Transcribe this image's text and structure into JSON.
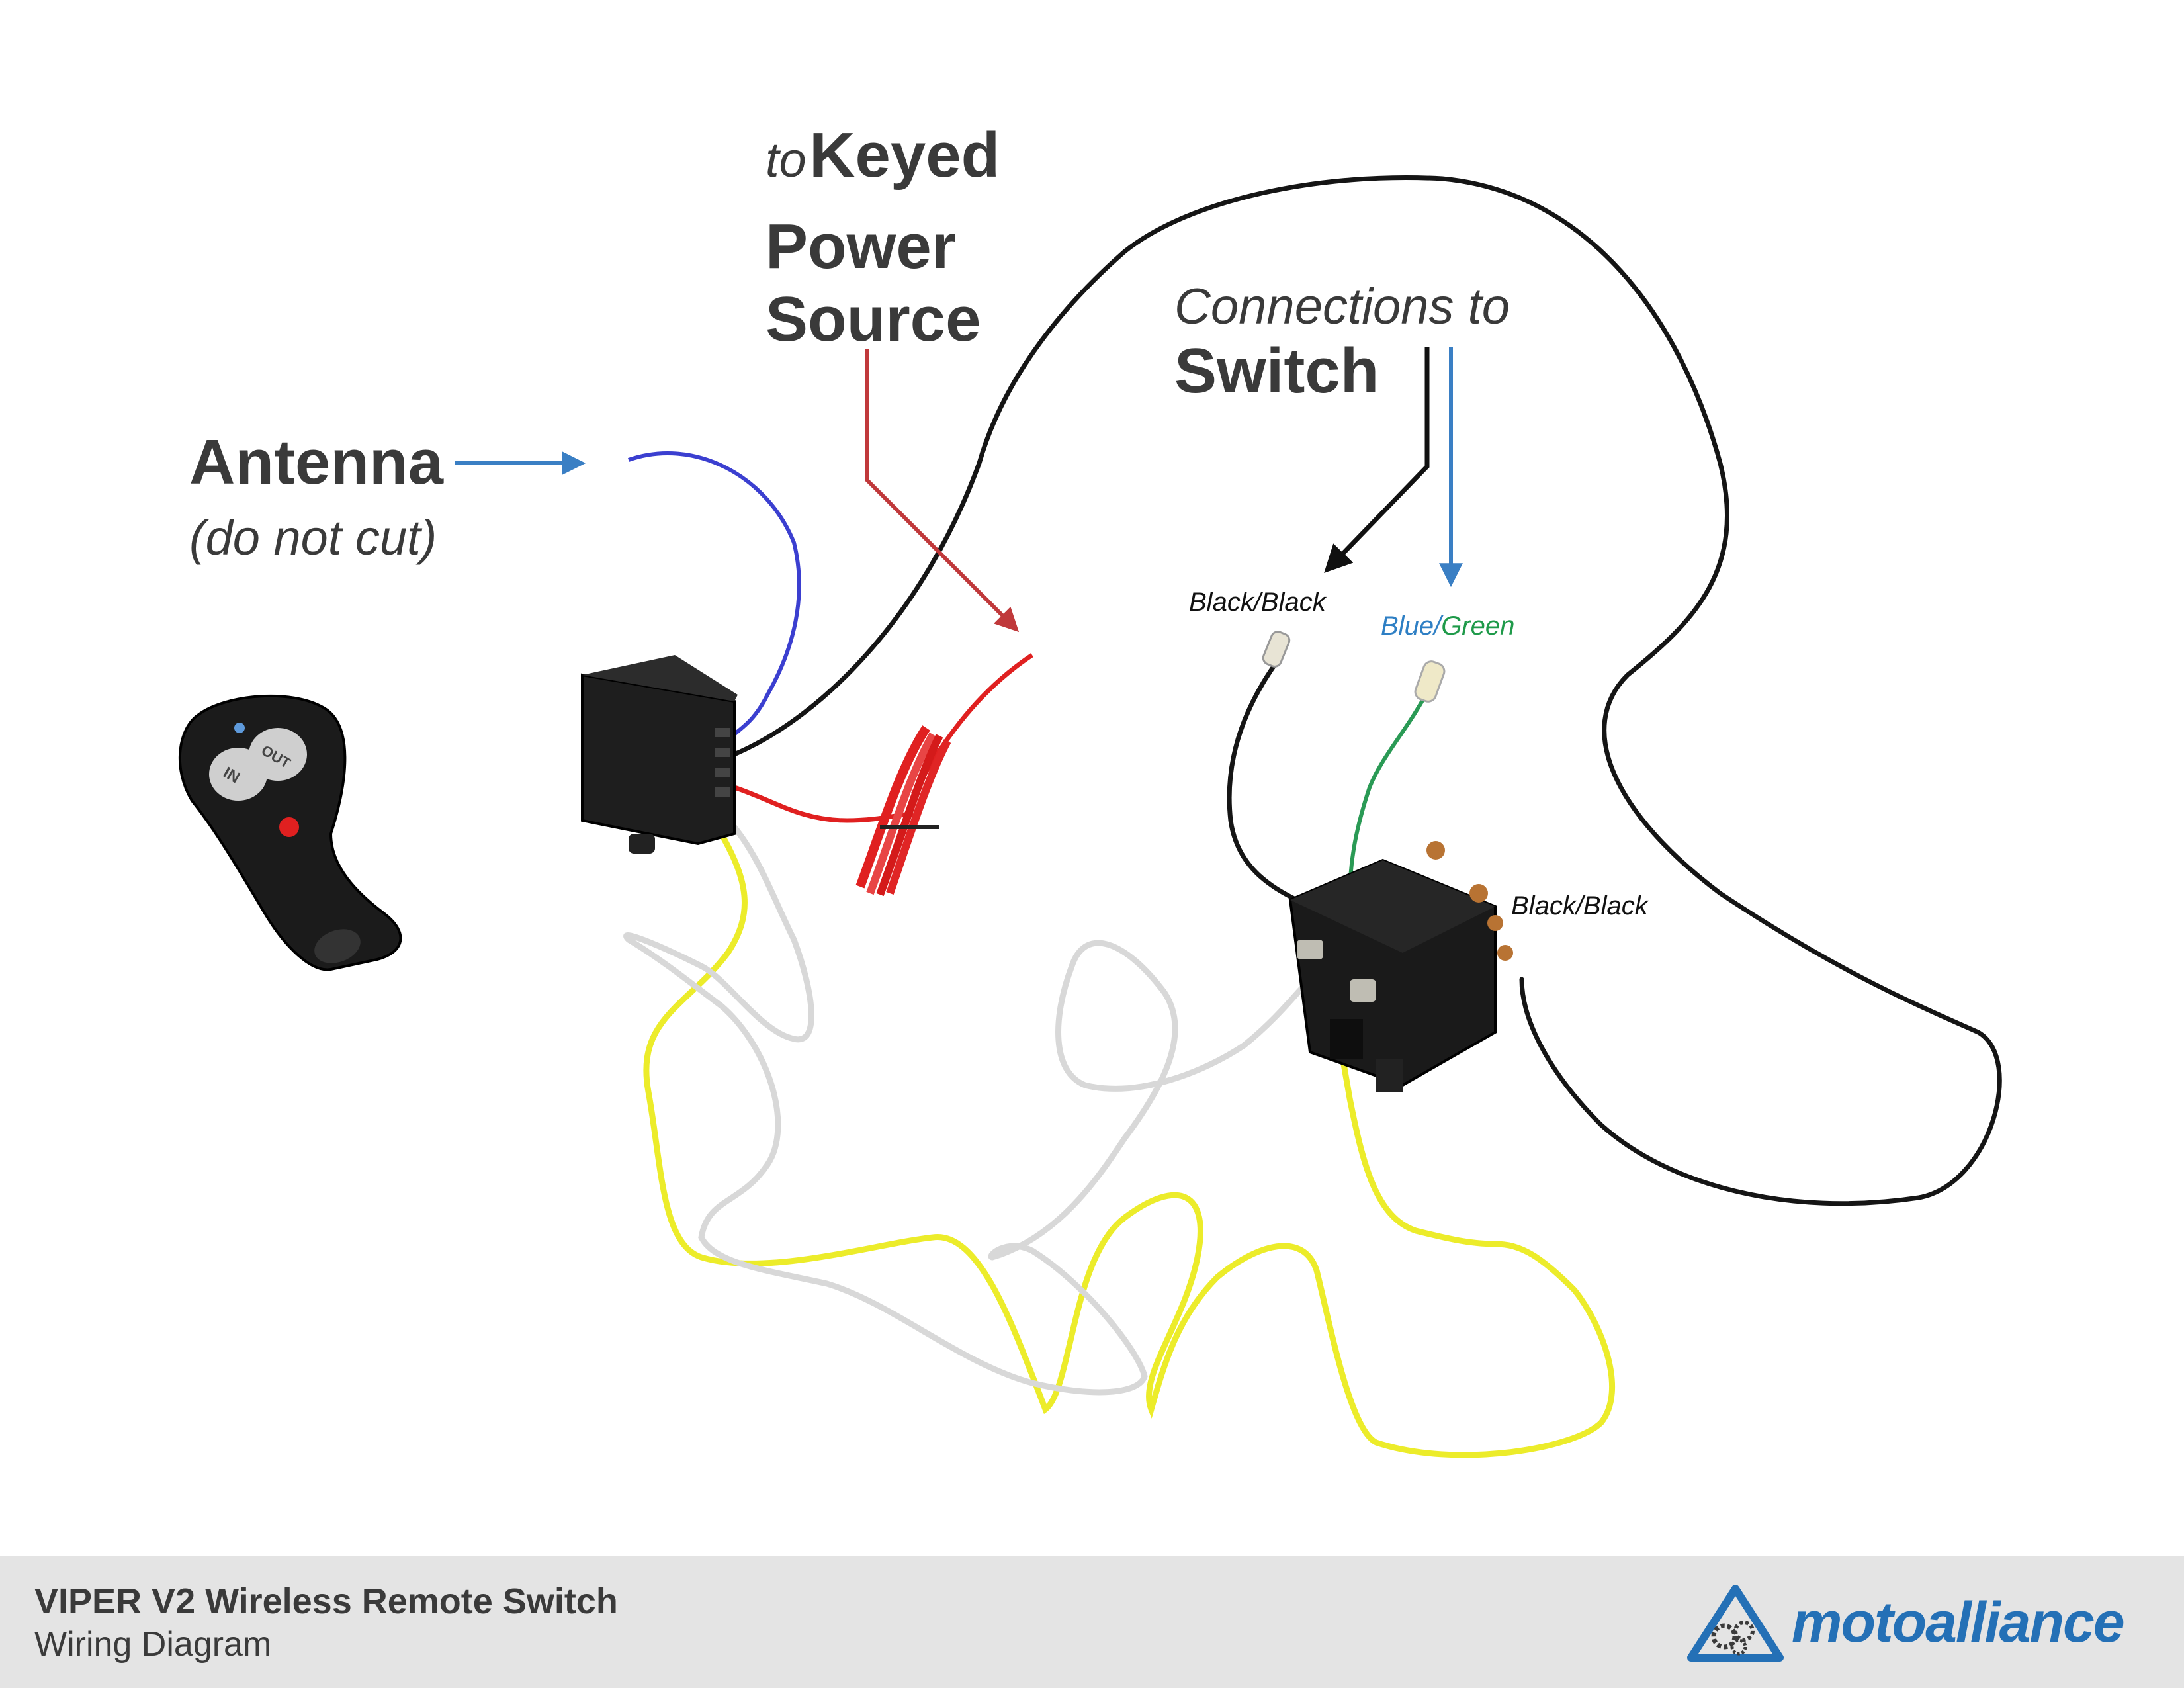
{
  "labels": {
    "keyed_to": "to",
    "keyed_line1": "Keyed",
    "keyed_line2": "Power",
    "keyed_line3": "Source",
    "antenna": "Antenna",
    "antenna_note": "(do not cut)",
    "connections_line1": "Connections to",
    "connections_line2": "Switch",
    "black_black_top": "Black/Black",
    "blue_word": "Blue",
    "slash": "/",
    "green_word": "Green",
    "black_black_right": "Black/Black"
  },
  "remote": {
    "button_in": "IN",
    "button_out": "OUT"
  },
  "footer": {
    "title": "VIPER V2 Wireless Remote Switch",
    "subtitle": "Wiring Diagram",
    "logo_moto": "moto",
    "logo_alliance": "alliance"
  },
  "colors": {
    "arrow_blue": "#3a7fc4",
    "arrow_red": "#c0393b",
    "arrow_black": "#111111",
    "wire_black": "#151515",
    "wire_yellow": "#ecec2a",
    "wire_white": "#d8d8d8",
    "wire_red": "#e02020",
    "wire_blue": "#3b3fd0",
    "wire_green": "#2a9a55",
    "label_blue": "#2e7fc4",
    "label_green": "#1f9a4a",
    "logo_blue": "#2470b6"
  },
  "icons": {
    "remote": "wireless-remote-icon",
    "receiver": "receiver-box-icon",
    "solenoid": "solenoid-switch-icon",
    "logo": "motoalliance-logo-icon"
  }
}
